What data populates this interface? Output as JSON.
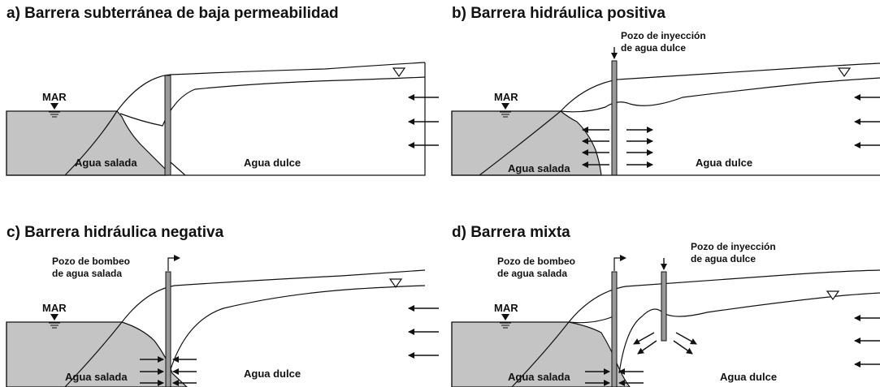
{
  "colors": {
    "saltwater": "#c4c4c4",
    "well": "#9a9a9a",
    "line": "#111111",
    "background": "#ffffff"
  },
  "panels": {
    "a": {
      "title": "a) Barrera subterránea de baja permeabilidad",
      "sea_label": "MAR",
      "salt_label": "Agua salada",
      "fresh_label": "Agua dulce"
    },
    "b": {
      "title": "b) Barrera hidráulica positiva",
      "sea_label": "MAR",
      "salt_label": "Agua salada",
      "fresh_label": "Agua dulce",
      "well_label_1": "Pozo de inyección",
      "well_label_2": "de agua dulce"
    },
    "c": {
      "title": "c) Barrera hidráulica negativa",
      "sea_label": "MAR",
      "salt_label": "Agua salada",
      "fresh_label": "Agua dulce",
      "well_label_1": "Pozo de bombeo",
      "well_label_2": "de agua salada"
    },
    "d": {
      "title": "d) Barrera mixta",
      "sea_label": "MAR",
      "salt_label": "Agua salada",
      "fresh_label": "Agua dulce",
      "pump_label_1": "Pozo de bombeo",
      "pump_label_2": "de agua salada",
      "inj_label_1": "Pozo de inyección",
      "inj_label_2": "de agua dulce"
    }
  }
}
